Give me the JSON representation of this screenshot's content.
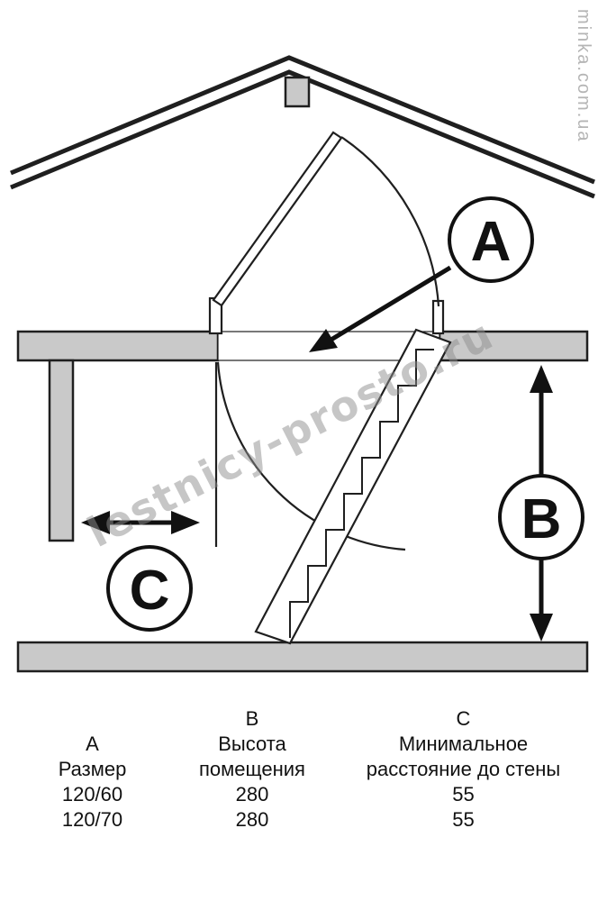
{
  "watermarks": {
    "diagonal": "lestnicy-prosto.ru",
    "vertical": "minka.com.ua"
  },
  "diagram": {
    "callout_a": "A",
    "callout_b": "B",
    "callout_c": "C"
  },
  "colors": {
    "structure_fill": "#c9c9c9",
    "line": "#1f1f1f",
    "watermark_diagonal": "#8f8f8f",
    "watermark_vertical": "#b5b5b5"
  },
  "table": {
    "rows": [
      [
        "",
        "B",
        "C"
      ],
      [
        "A",
        "Высота",
        "Минимальное"
      ],
      [
        "Размер",
        "помещения",
        "расстояние до стены"
      ],
      [
        "120/60",
        "280",
        "55"
      ],
      [
        "120/70",
        "280",
        "55"
      ]
    ]
  }
}
